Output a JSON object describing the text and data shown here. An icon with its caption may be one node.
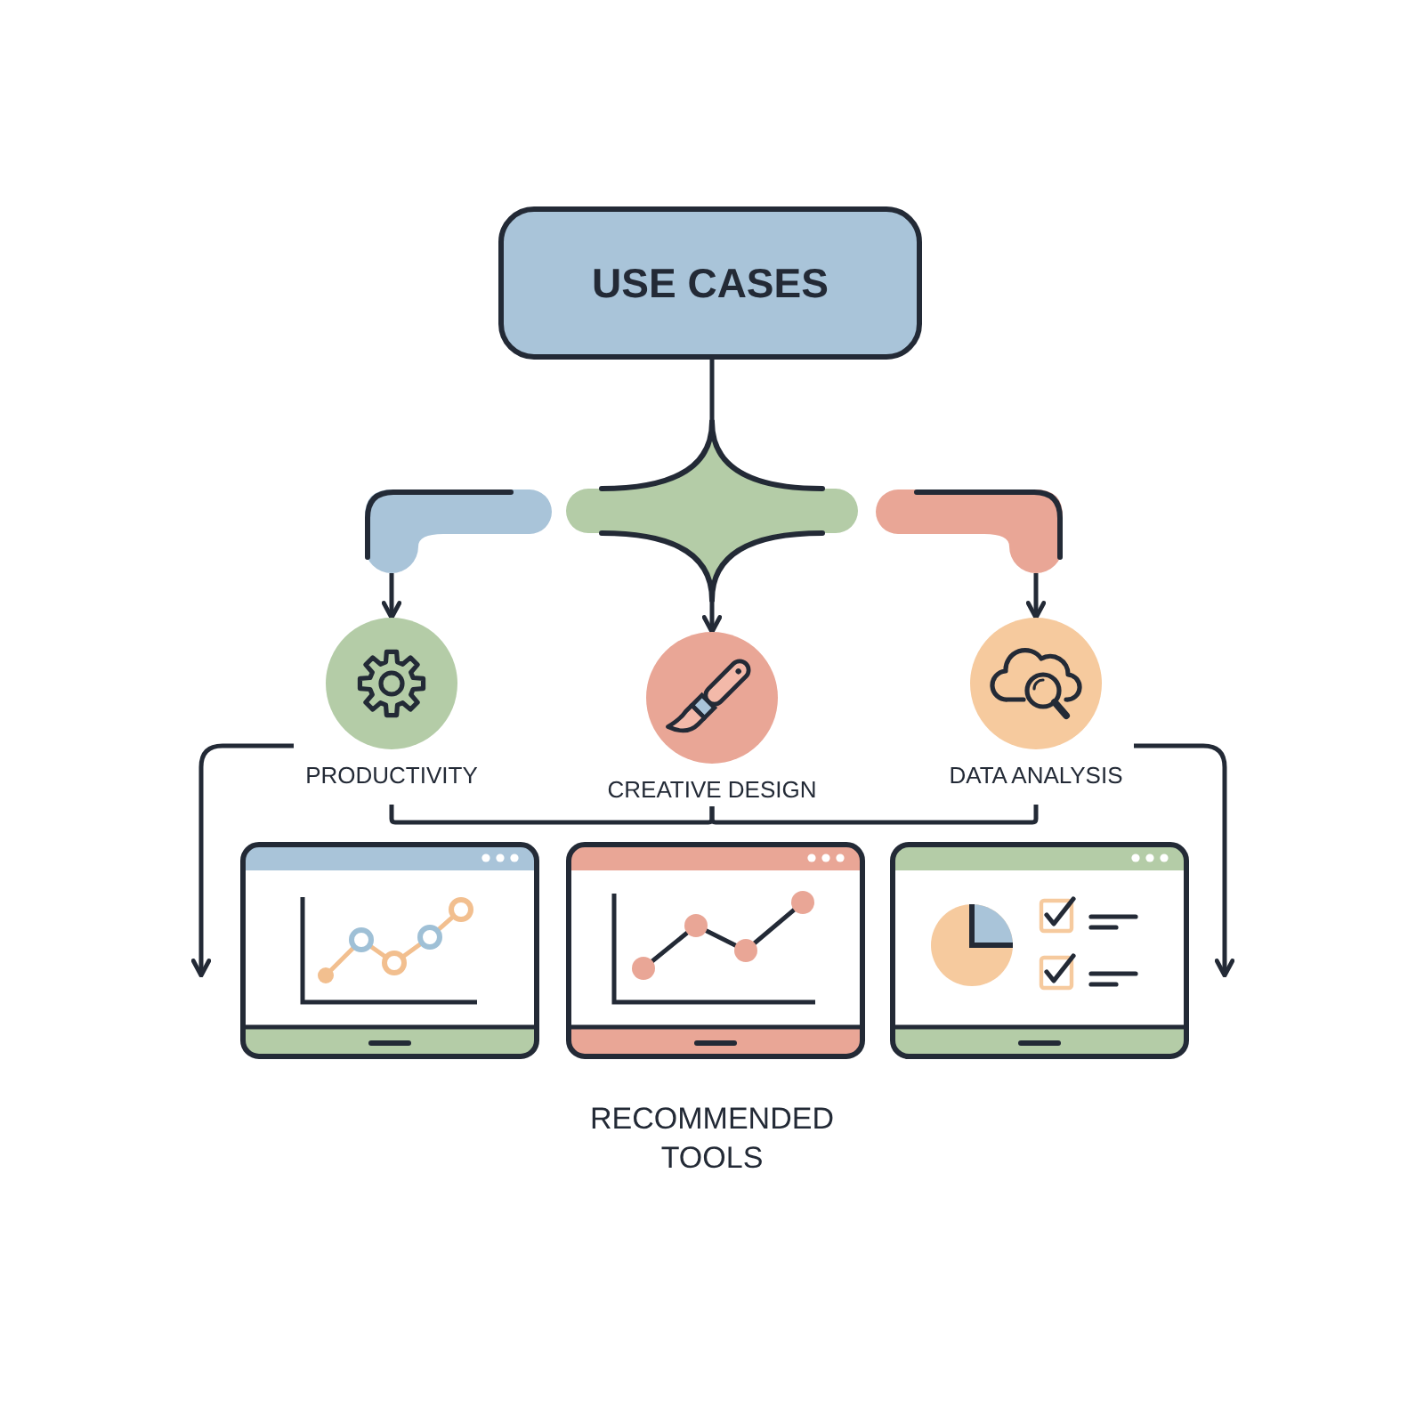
{
  "diagram": {
    "nodes": [
      {
        "text": [
          "USE CASES"
        ]
      },
      {
        "text": [],
        "shape": "bar"
      },
      {
        "text": [],
        "shape": "diamond"
      },
      {
        "text": [],
        "shape": "bar"
      },
      {
        "text": [
          "PRODUCTIVITY"
        ]
      },
      {
        "text": [
          "CREATIVE DESIGN"
        ]
      },
      {
        "text": [
          "DATA ANALYSIS"
        ]
      }
    ],
    "edges": [
      {
        "from": 0,
        "to": 2,
        "arrow": "none"
      },
      {
        "from": 2,
        "to": 5,
        "arrow": "to"
      },
      {
        "from": 1,
        "to": 4,
        "arrow": "to"
      },
      {
        "from": 3,
        "to": 6,
        "arrow": "to"
      },
      {
        "from": 4,
        "to": 5,
        "arrow": "none"
      },
      {
        "from": 6,
        "to": 5,
        "arrow": "none"
      },
      {
        "from": 4,
        "to": null,
        "arrow": "to"
      },
      {
        "from": 6,
        "to": null,
        "arrow": "to"
      }
    ],
    "labels": [
      "RECOMMENDED TOOLS"
    ]
  }
}
